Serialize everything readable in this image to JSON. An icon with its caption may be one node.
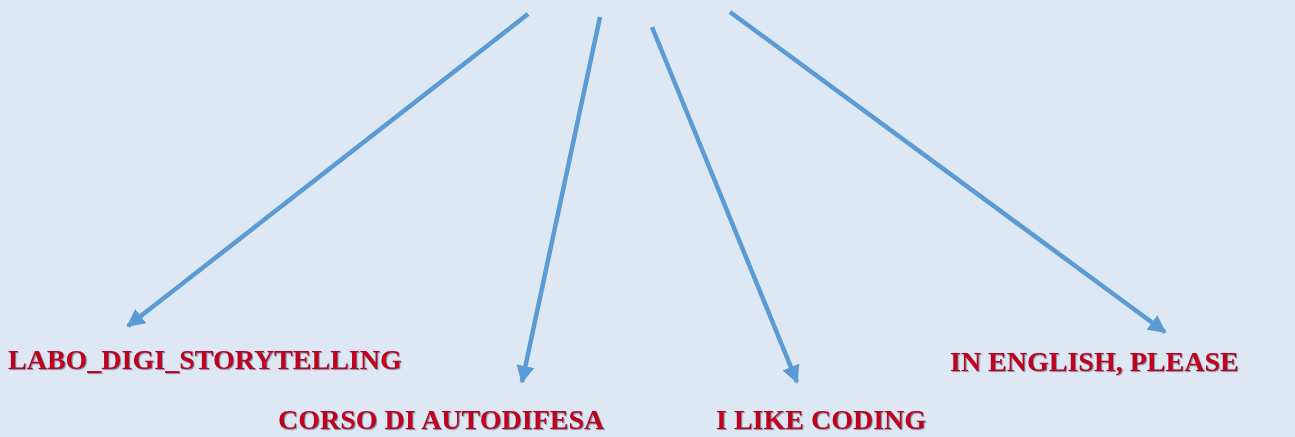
{
  "diagram": {
    "nodes": [
      {
        "text": [
          "LABO_DIGI_STORYTELLING"
        ]
      },
      {
        "text": [
          "CORSO DI AUTODIFESA"
        ]
      },
      {
        "text": [
          "I LIKE CODING"
        ]
      },
      {
        "text": [
          "IN ENGLISH, PLEASE"
        ]
      }
    ],
    "edges": [
      {
        "from": null,
        "to": 0,
        "arrow": "to"
      },
      {
        "from": null,
        "to": 1,
        "arrow": "to"
      },
      {
        "from": null,
        "to": 2,
        "arrow": "to"
      },
      {
        "from": null,
        "to": 3,
        "arrow": "to"
      }
    ]
  }
}
